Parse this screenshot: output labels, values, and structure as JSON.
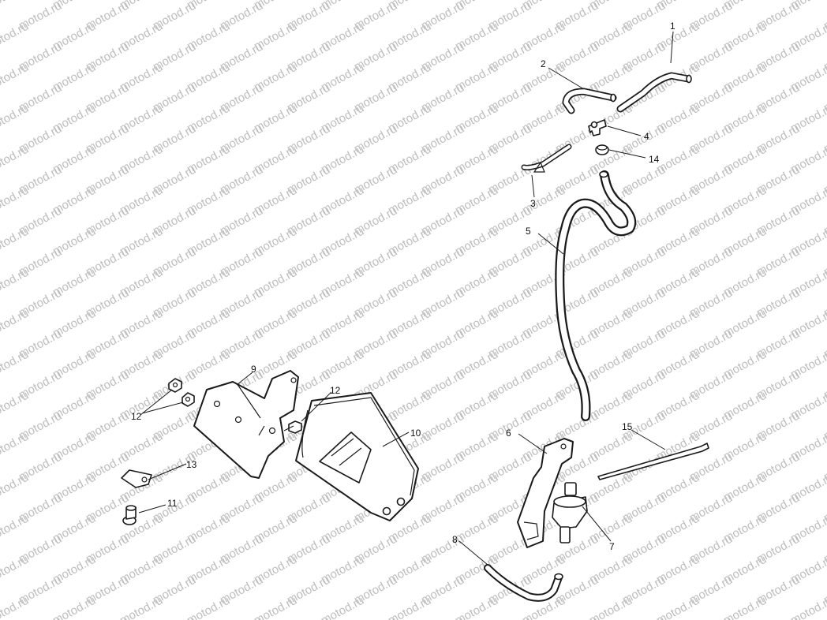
{
  "watermark": {
    "text": "motod.ru",
    "color": "#bdbdbd"
  },
  "callouts": [
    {
      "id": "1",
      "label": "1"
    },
    {
      "id": "2",
      "label": "2"
    },
    {
      "id": "3",
      "label": "3"
    },
    {
      "id": "4",
      "label": "4"
    },
    {
      "id": "14",
      "label": "14"
    },
    {
      "id": "5",
      "label": "5"
    },
    {
      "id": "9",
      "label": "9"
    },
    {
      "id": "12a",
      "label": "12"
    },
    {
      "id": "12b",
      "label": "12"
    },
    {
      "id": "10",
      "label": "10"
    },
    {
      "id": "13",
      "label": "13"
    },
    {
      "id": "11",
      "label": "11"
    },
    {
      "id": "6",
      "label": "6"
    },
    {
      "id": "15",
      "label": "15"
    },
    {
      "id": "7",
      "label": "7"
    },
    {
      "id": "8",
      "label": "8"
    }
  ]
}
